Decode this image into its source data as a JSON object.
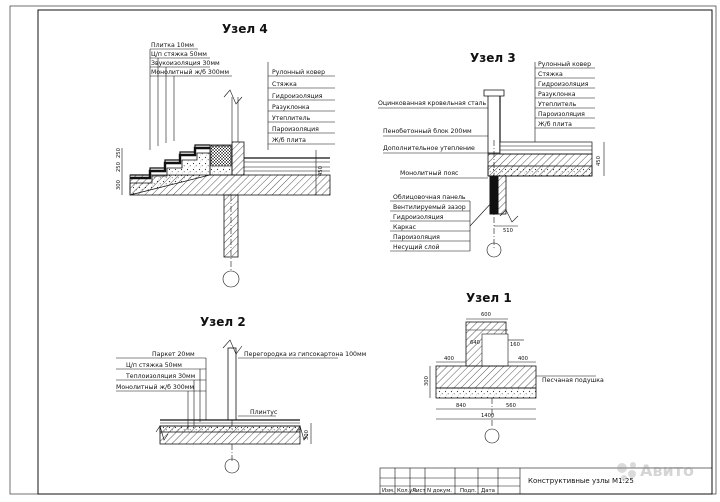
{
  "node4": {
    "title": "Узел 4",
    "left_labels": [
      "Плитка 10мм",
      "Ц/п стяжка 50мм",
      "Звукоизоляция 30мм",
      "Монолитный ж/б 300мм"
    ],
    "right_labels": [
      "Рулонный ковер",
      "Стяжка",
      "Гидроизоляция",
      "Разуклонка",
      "Утеплитель",
      "Пароизоляция",
      "Ж/б плита"
    ],
    "dims": [
      "300",
      "250",
      "250",
      "450"
    ]
  },
  "node3": {
    "title": "Узел 3",
    "right_labels": [
      "Рулонный ковер",
      "Стяжка",
      "Гидроизоляция",
      "Разуклонка",
      "Утеплитель",
      "Пароизоляция",
      "Ж/б плита"
    ],
    "left_labels": [
      "Оцинкованная кровельная сталь",
      "Пенобетонный блок 200мм",
      "Дополнительное утепление",
      "Монолитный пояс",
      "Облицовочная панель",
      "Вентилируемый зазор",
      "Гидроизоляция",
      "Каркас",
      "Пароизоляция",
      "Несущий слой"
    ],
    "dims": [
      "450",
      "510"
    ]
  },
  "node2": {
    "title": "Узел 2",
    "left_labels": [
      "Паркет 20мм",
      "Ц/п стяжка 50мм",
      "Теплоизоляция 30мм",
      "Монолитный ж/б 300мм"
    ],
    "right_labels": [
      "Перегородка из гипсокартона 100мм",
      "Плинтус"
    ],
    "dims": [
      "300"
    ]
  },
  "node1": {
    "title": "Узел 1",
    "dims": [
      "600",
      "640",
      "160",
      "400",
      "400",
      "300",
      "840",
      "560",
      "1400"
    ],
    "right_labels": [
      "Песчаная подушка"
    ]
  },
  "stamp": {
    "title": "Конструктивные узлы М1:25",
    "columns": [
      "Изм.",
      "Кол.уч.",
      "Лист",
      "N докум.",
      "Подп.",
      "Дата"
    ]
  },
  "watermark": "Авито"
}
